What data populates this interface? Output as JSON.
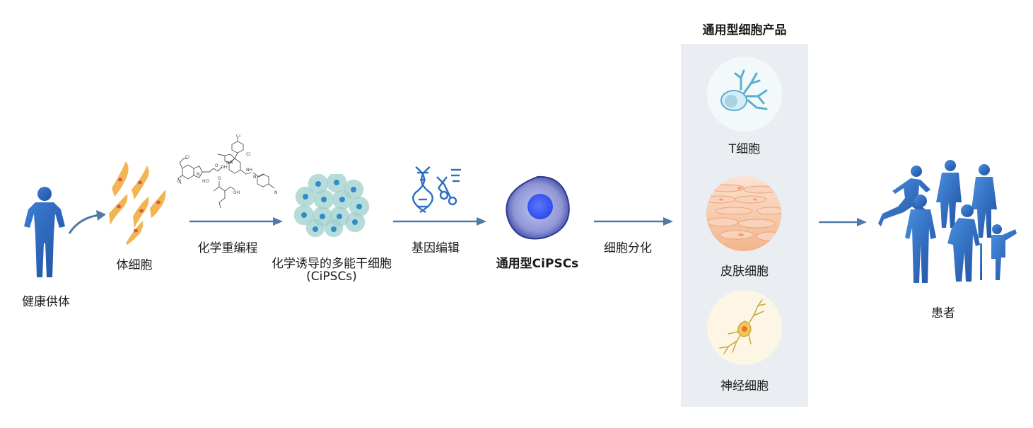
{
  "stages": {
    "donor": "健康供体",
    "somatic": "体细胞",
    "reprogram": "化学重编程",
    "cipsc_line1": "化学诱导的多能干细胞",
    "cipsc_line2": "(CiPSCs)",
    "gene_edit": "基因编辑",
    "universal": "通用型CiPSCs",
    "differentiate": "细胞分化",
    "patients": "患者"
  },
  "products": {
    "title": "通用型细胞产品",
    "items": [
      "T细胞",
      "皮肤细胞",
      "神经细胞"
    ]
  },
  "chem_labels": {
    "cl": "Cl",
    "oh": "OH",
    "o": "O",
    "hcl": "HCl",
    "nh": "NH",
    "n": "N",
    "h": "H"
  },
  "colors": {
    "people_blue": "#2a5db0",
    "arrow": "#4f7aa6",
    "somatic_orange": "#f2b553",
    "somatic_red": "#e0514f",
    "colony_teal": "#9ecfcc",
    "nucleus_blue": "#2f8dc9",
    "cell_purple": "#7b82c9",
    "cell_nucleus": "#3a5cf0",
    "panel_bg": "#eaedf2"
  }
}
